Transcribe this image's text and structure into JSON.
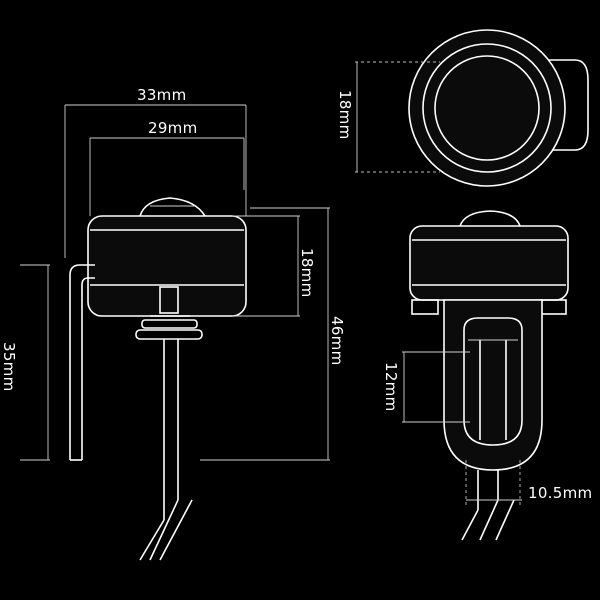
{
  "dimensions": {
    "width_outer": "33mm",
    "width_inner": "29mm",
    "height_cap": "18mm",
    "height_total": "46mm",
    "height_bracket": "35mm",
    "diameter_top": "18mm",
    "slot_height": "12mm",
    "stem_width": "10.5mm"
  },
  "colors": {
    "background": "#000000",
    "line": "#ffffff"
  }
}
